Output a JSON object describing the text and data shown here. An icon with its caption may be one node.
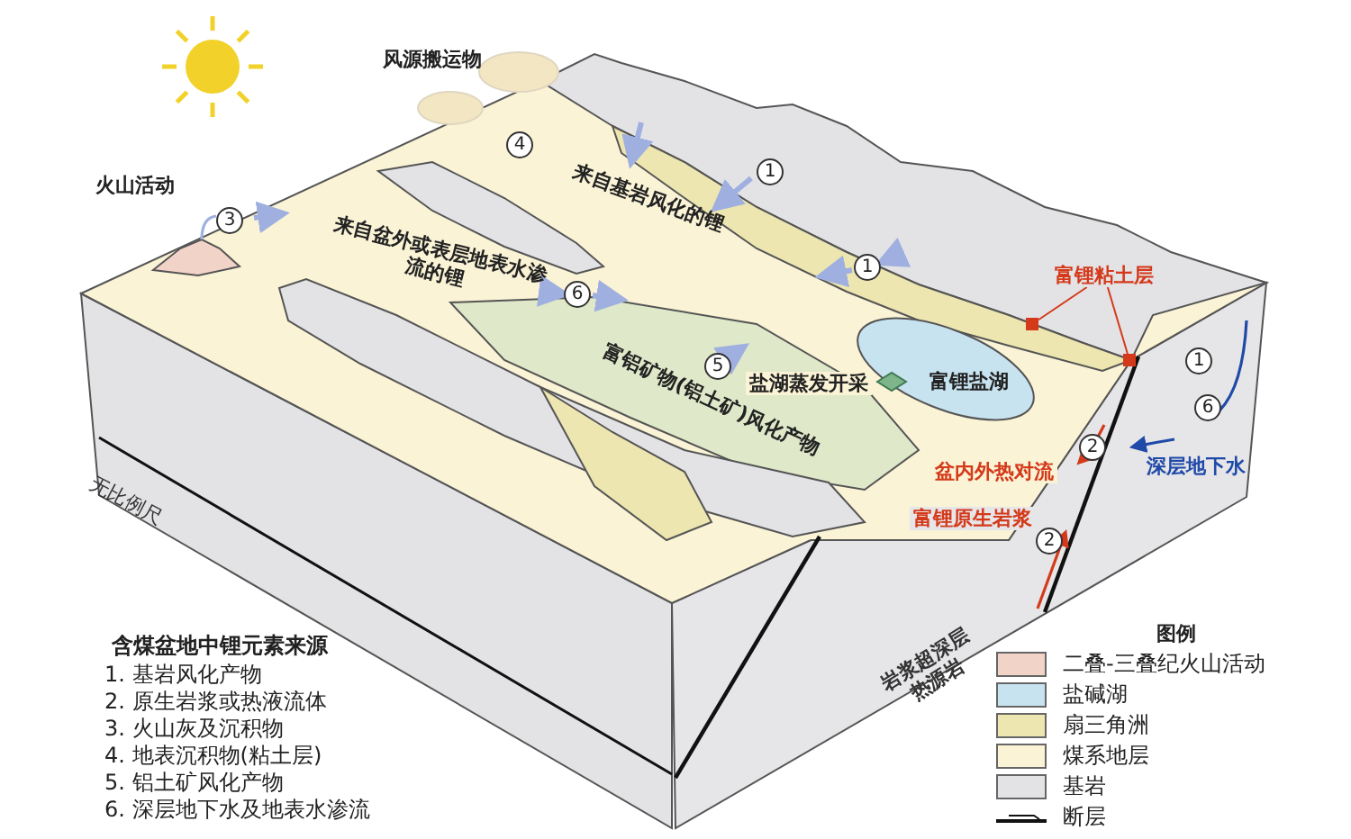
{
  "diagram": {
    "nodes": [
      {
        "text": [
          "富锂粘土层"
        ]
      },
      {
        "text": [],
        "shape": "box"
      },
      {
        "text": [],
        "shape": "box"
      }
    ],
    "edges": [
      {
        "from": 0,
        "to": 1,
        "arrow": "none"
      },
      {
        "from": 0,
        "to": 2,
        "arrow": "none"
      }
    ],
    "labels": [
      "风源搬运物",
      "火山活动",
      "3",
      "4",
      "来自基岩风化的锂",
      "1",
      "来自盆外或表层地表水渗流的锂",
      "6",
      "1",
      "5",
      "富铝矿物(铝土矿)风化产物",
      "盐湖蒸发开采",
      "富锂盐湖",
      "1",
      "6",
      "2",
      "盆内外热对流",
      "深层地下水",
      "富锂原生岩浆",
      "2",
      "岩浆超深层热源岩",
      "无比例尺",
      "含煤盆地中锂元素来源",
      "1. 基岩风化产物",
      "2. 原生岩浆或热液流体",
      "3. 火山灰及沉积物",
      "4. 地表沉积物(粘土层)",
      "5. 铝土矿风化产物",
      "6. 深层地下水及地表水渗流",
      "图例"
    ],
    "legend": [
      {
        "text": "二叠-三叠纪火山活动",
        "color": "#f2d3c8"
      },
      {
        "text": "盐碱湖",
        "color": "#c8e3f0"
      },
      {
        "text": "扇三角洲",
        "color": "#ede6b0"
      },
      {
        "text": "煤系地层",
        "color": "#faf3d6"
      },
      {
        "text": "基岩",
        "color": "#e3e2e5"
      },
      {
        "text": "断层"
      }
    ]
  }
}
